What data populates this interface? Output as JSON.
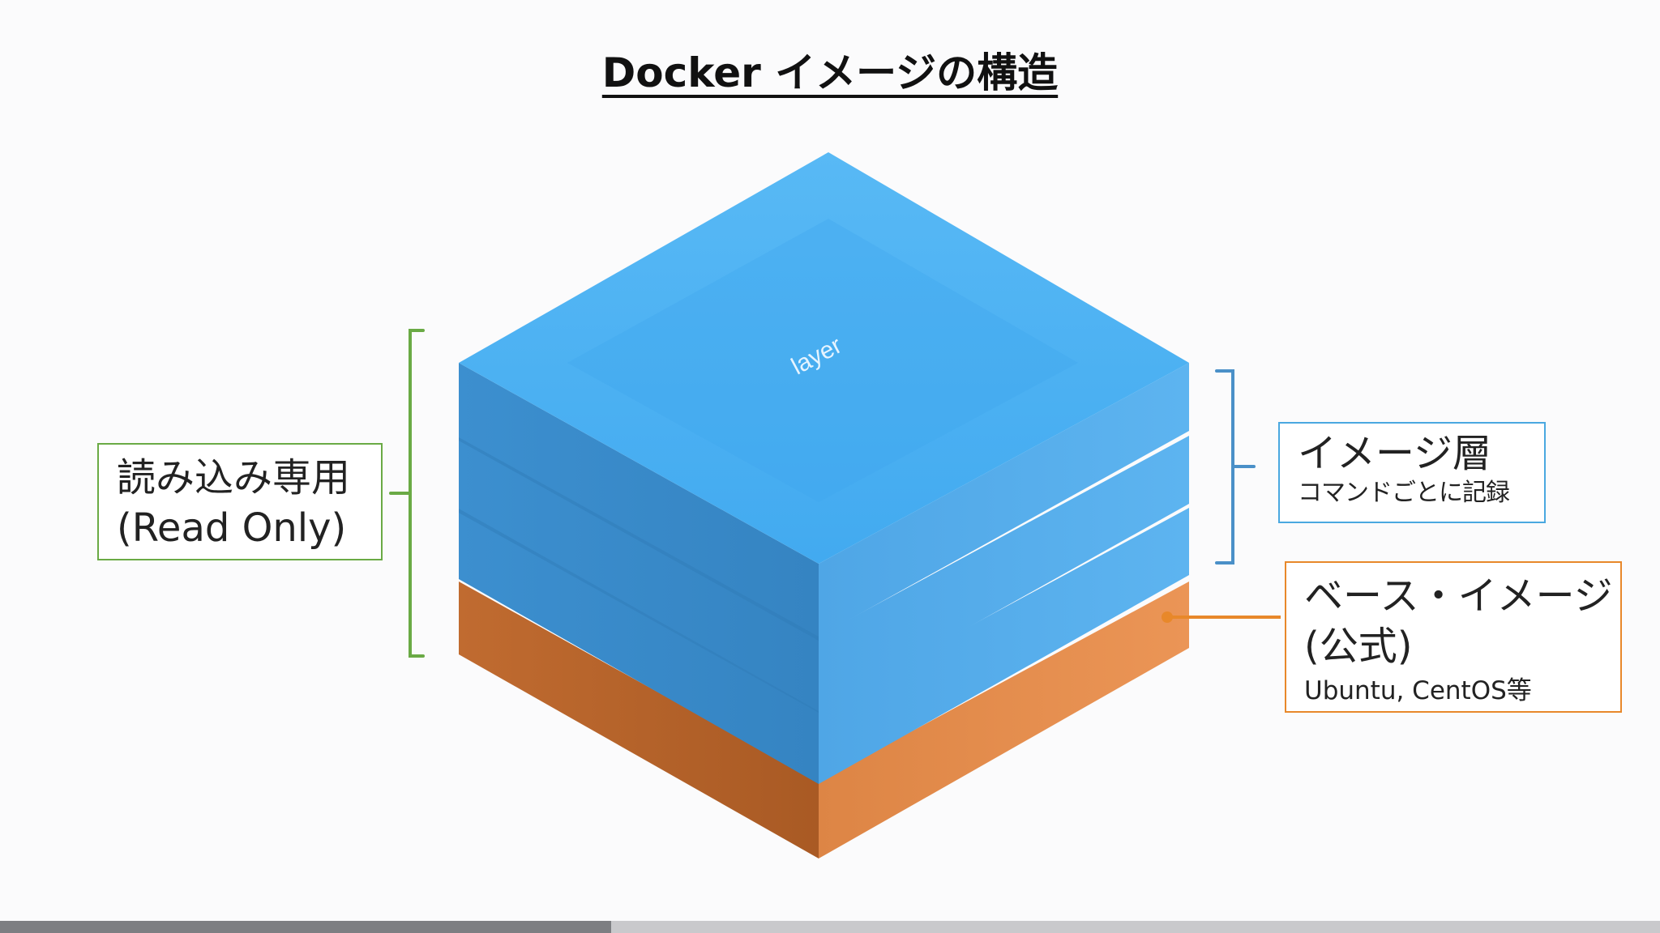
{
  "title": "Docker イメージの構造",
  "layer_label": "layer",
  "read_only": {
    "line1": "読み込み専用",
    "line2": "(Read Only)"
  },
  "image_layer": {
    "title": "イメージ層",
    "subtitle": "コマンドごとに記録"
  },
  "base_image": {
    "line1": "ベース・イメージ",
    "line2": "(公式)",
    "subtitle": "Ubuntu, CentOS等"
  },
  "video_progress": 0.368,
  "colors": {
    "layer_top": "#4ab2f3",
    "layer_side_left": "#3b8fcd",
    "layer_side_right": "#56acea",
    "base_side_left": "#b4612b",
    "base_side_right": "#e28a4b",
    "read_only_border": "#6aaa45",
    "image_layer_border": "#4aa8e0",
    "base_image_border": "#e8882a"
  }
}
